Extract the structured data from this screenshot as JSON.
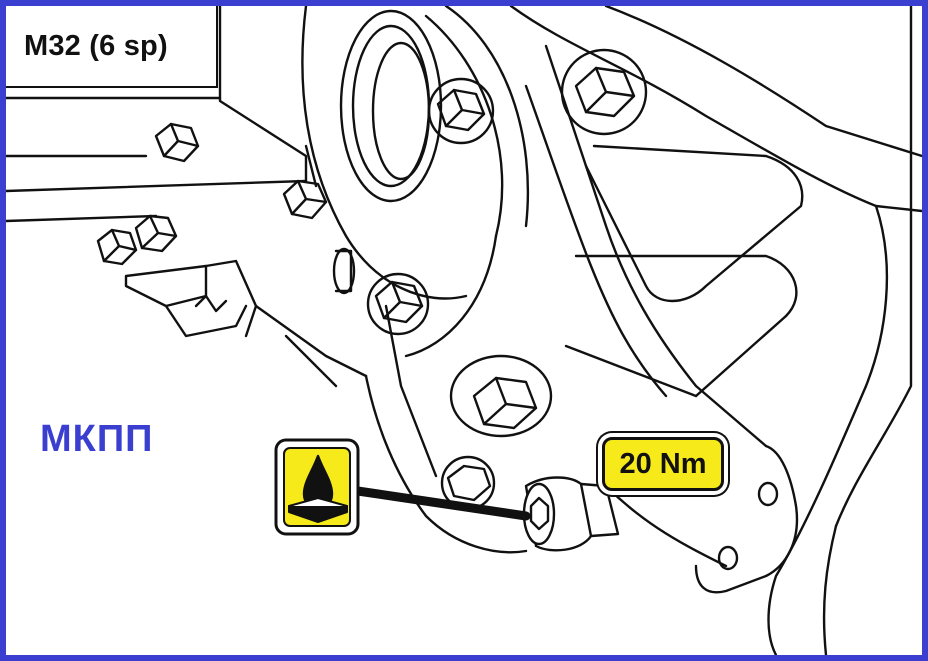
{
  "header": {
    "model": "M32 (6 sp)"
  },
  "labels": {
    "transmission_type": "МКПП"
  },
  "torque": {
    "value": "20 Nm"
  },
  "icons": {
    "oil_fill": "oil-drop-pan-icon",
    "bolt": "hex-bolt-icon",
    "plug": "hex-socket-plug-icon"
  },
  "colors": {
    "frame": "#3a3fd0",
    "accent_blue": "#3a3fd0",
    "badge_yellow": "#f6ea1a",
    "line": "#111111"
  }
}
